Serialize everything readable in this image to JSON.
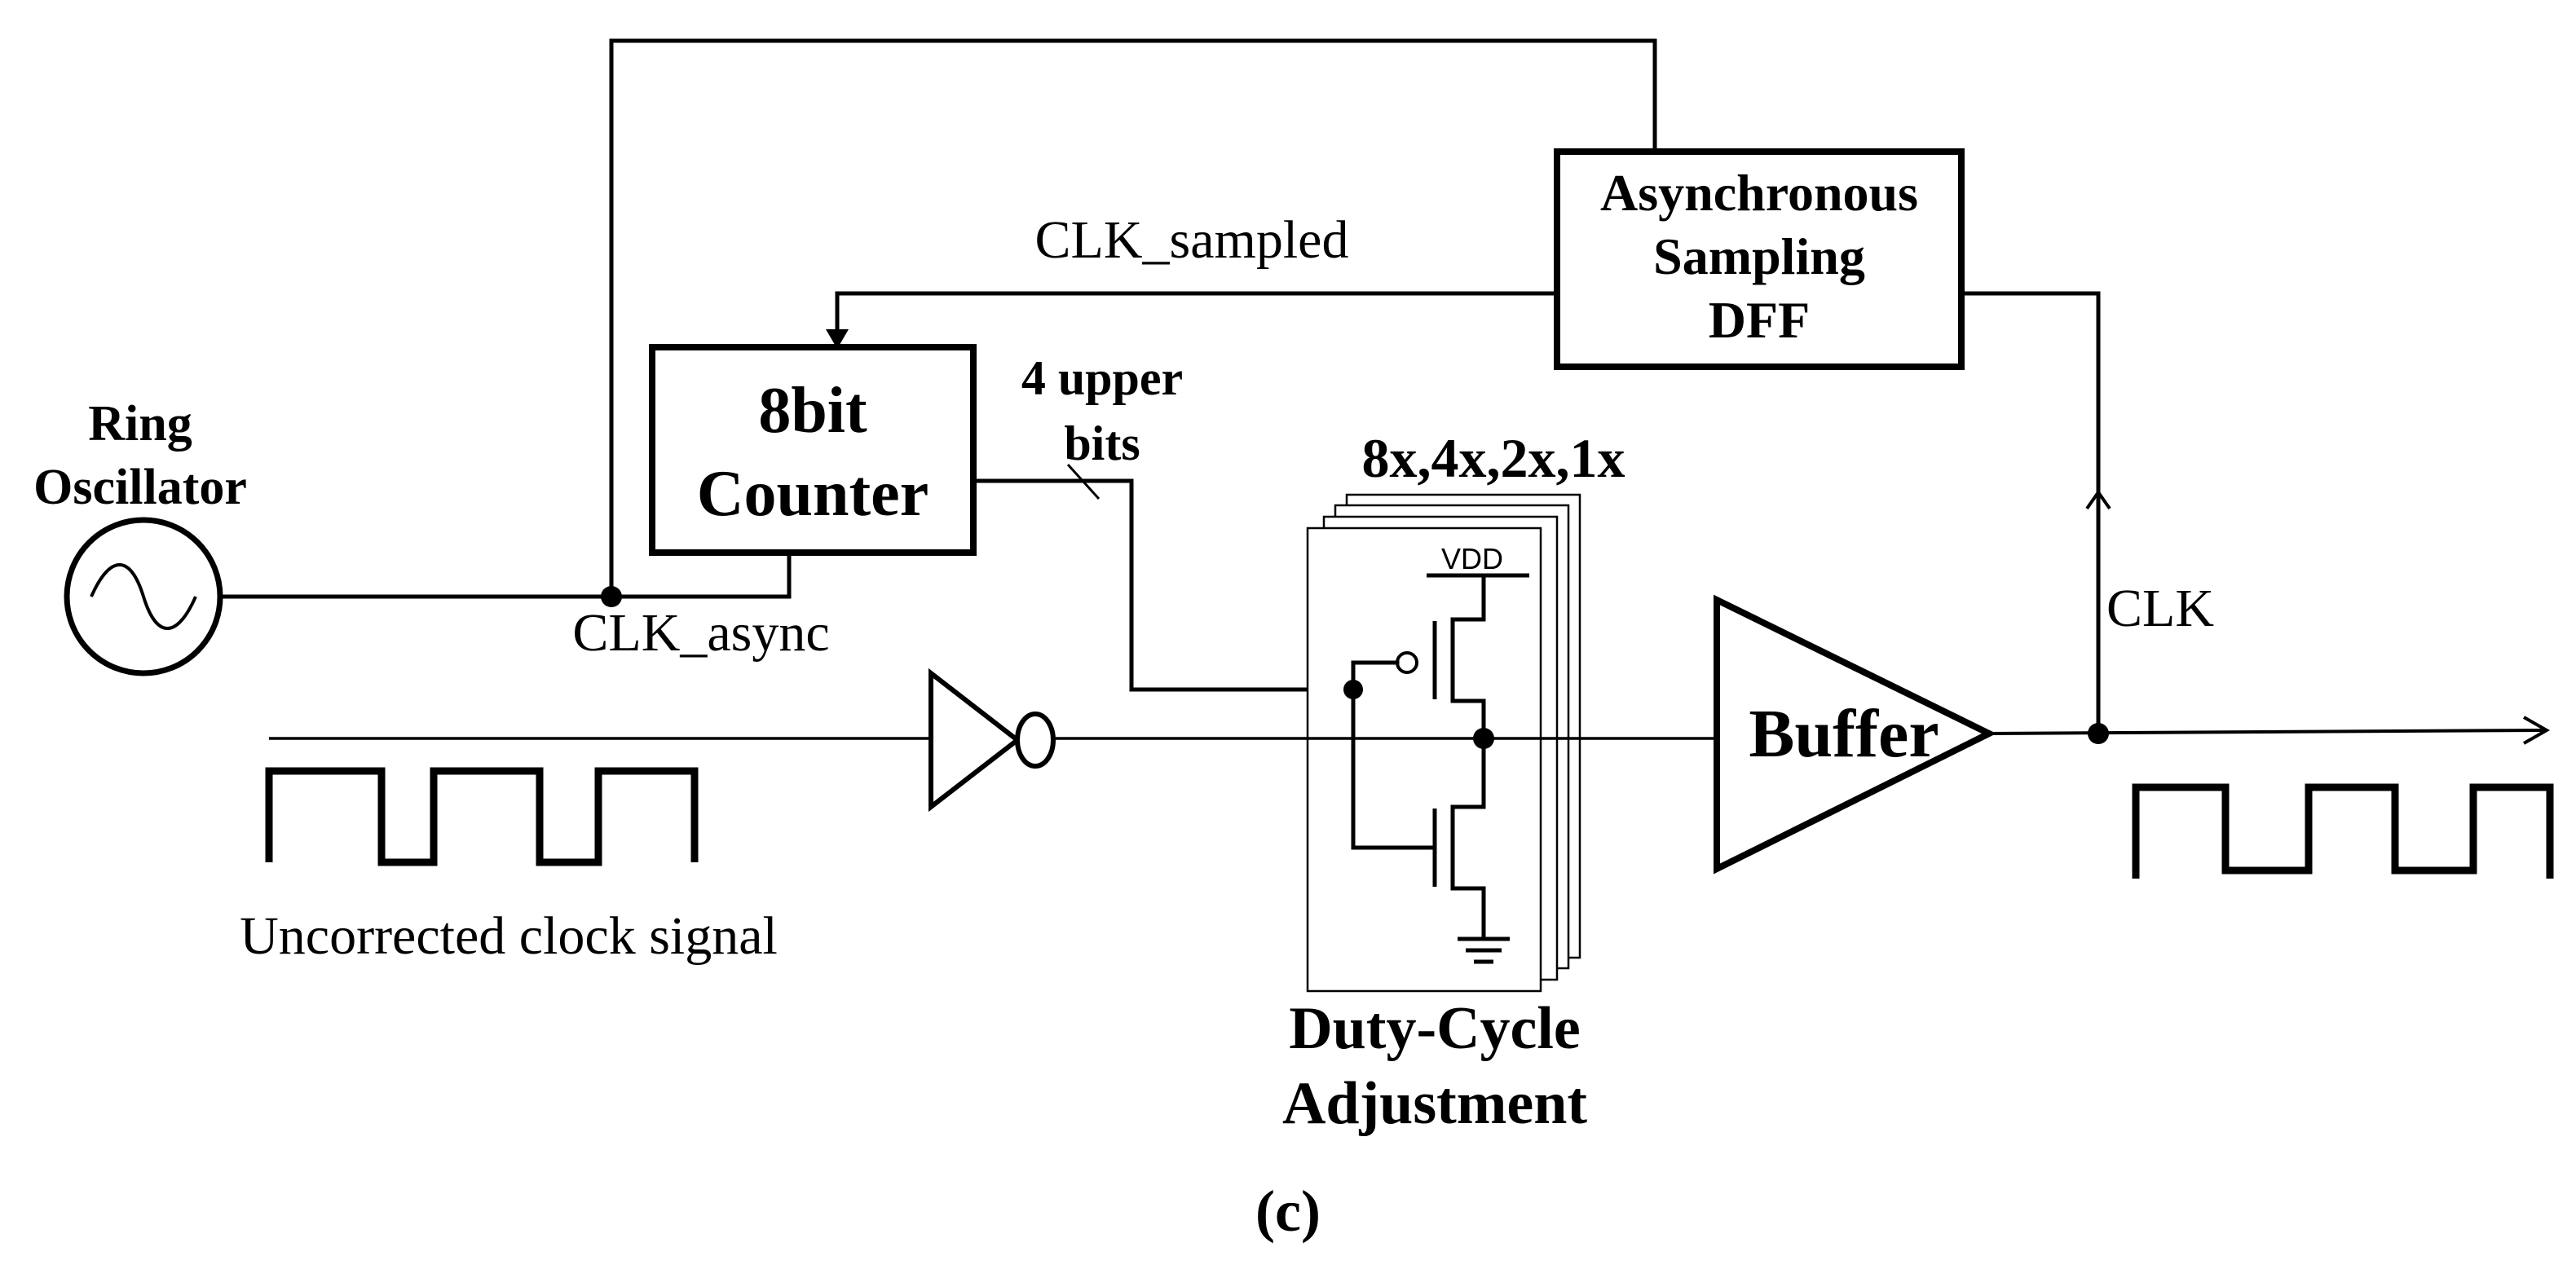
{
  "figure_label": "(c)",
  "blocks": {
    "ring_oscillator": {
      "line1": "Ring",
      "line2": "Oscillator"
    },
    "counter": {
      "line1": "8bit",
      "line2": "Counter"
    },
    "async_dff": {
      "line1": "Asynchronous",
      "line2": "Sampling",
      "line3": "DFF"
    },
    "buffer": {
      "label": "Buffer"
    },
    "duty_cycle": {
      "line1": "Duty-Cycle",
      "line2": "Adjustment",
      "weights": "8x,4x,2x,1x",
      "vdd": "VDD"
    }
  },
  "signals": {
    "clk_sampled": "CLK_sampled",
    "clk_async": "CLK_async",
    "upper_bits_line1": "4 upper",
    "upper_bits_line2": "bits",
    "clk": "CLK",
    "uncorrected": "Uncorrected clock signal"
  }
}
